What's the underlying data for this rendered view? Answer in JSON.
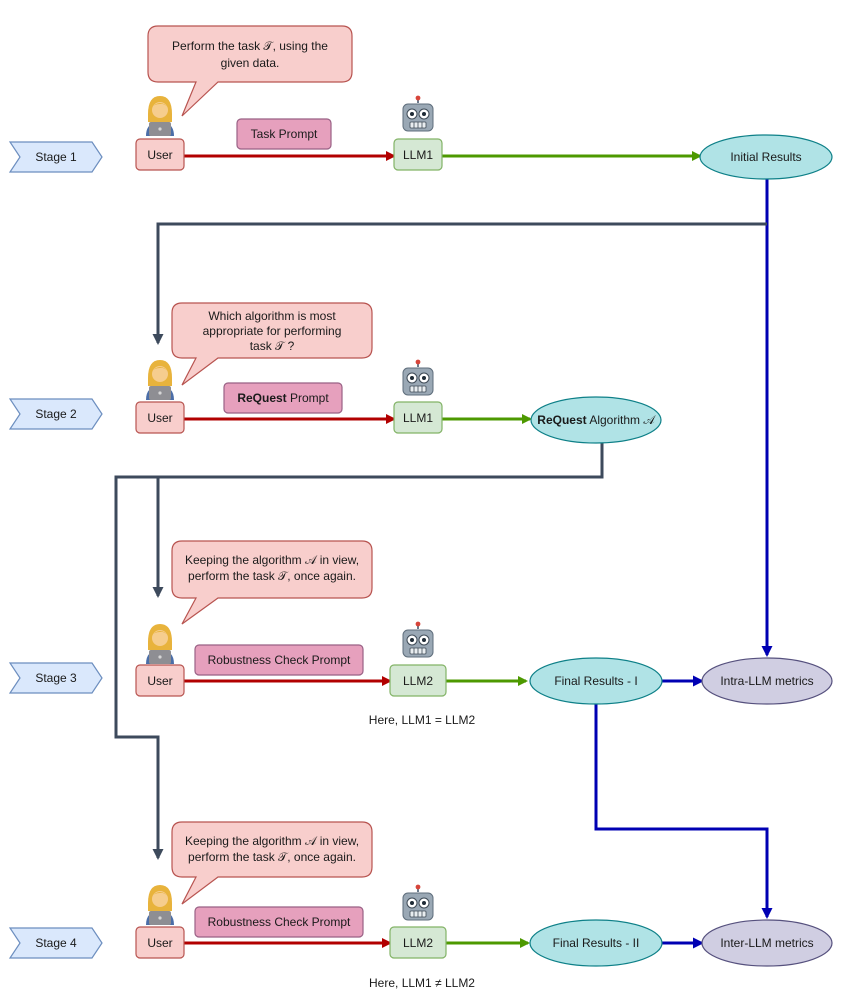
{
  "stages": [
    {
      "label": "Stage 1",
      "bubble": [
        "Perform the task 𝒯, using the",
        "given data."
      ],
      "user": "User",
      "prompt": "Task Prompt",
      "prompt_bold": "",
      "llm": "LLM1",
      "result": "Initial Results",
      "result_bold": "",
      "note": ""
    },
    {
      "label": "Stage 2",
      "bubble": [
        "Which algorithm is most",
        "appropriate for performing",
        "task 𝒯 ?"
      ],
      "user": "User",
      "prompt": " Prompt",
      "prompt_bold": "ReQuest",
      "llm": "LLM1",
      "result": " Algorithm 𝒜",
      "result_bold": "ReQuest",
      "note": ""
    },
    {
      "label": "Stage 3",
      "bubble": [
        "Keeping the algorithm 𝒜 in view,",
        "perform the task 𝒯, once again."
      ],
      "user": "User",
      "prompt": "Robustness Check Prompt",
      "prompt_bold": "",
      "llm": "LLM2",
      "result": "Final Results - I",
      "result_bold": "",
      "note": "Here, LLM1 = LLM2"
    },
    {
      "label": "Stage 4",
      "bubble": [
        "Keeping the algorithm 𝒜 in view,",
        "perform the task 𝒯, once again."
      ],
      "user": "User",
      "prompt": "Robustness Check Prompt",
      "prompt_bold": "",
      "llm": "LLM2",
      "result": "Final Results - II",
      "result_bold": "",
      "note": "Here, LLM1 ≠ LLM2"
    }
  ],
  "metrics": {
    "intra": "Intra-LLM metrics",
    "inter": "Inter-LLM metrics"
  },
  "icons": {
    "user": "person-at-laptop-icon",
    "llm": "robot-icon"
  },
  "colors": {
    "stage_fill": "#dae8fc",
    "stage_stroke": "#6c8ebf",
    "user_fill": "#f8cecc",
    "user_stroke": "#b85450",
    "prompt_fill": "#e6a0bd",
    "prompt_stroke": "#996185",
    "llm_fill": "#d5e8d4",
    "llm_stroke": "#82b366",
    "result_fill": "#b0e3e6",
    "result_stroke": "#0e8088",
    "metric_fill": "#d0cee2",
    "metric_stroke": "#56517e",
    "red_arrow": "#b20000",
    "green_arrow": "#4d9900",
    "blue_arrow": "#0000b3",
    "dark_arrow": "#3d4a5c"
  }
}
